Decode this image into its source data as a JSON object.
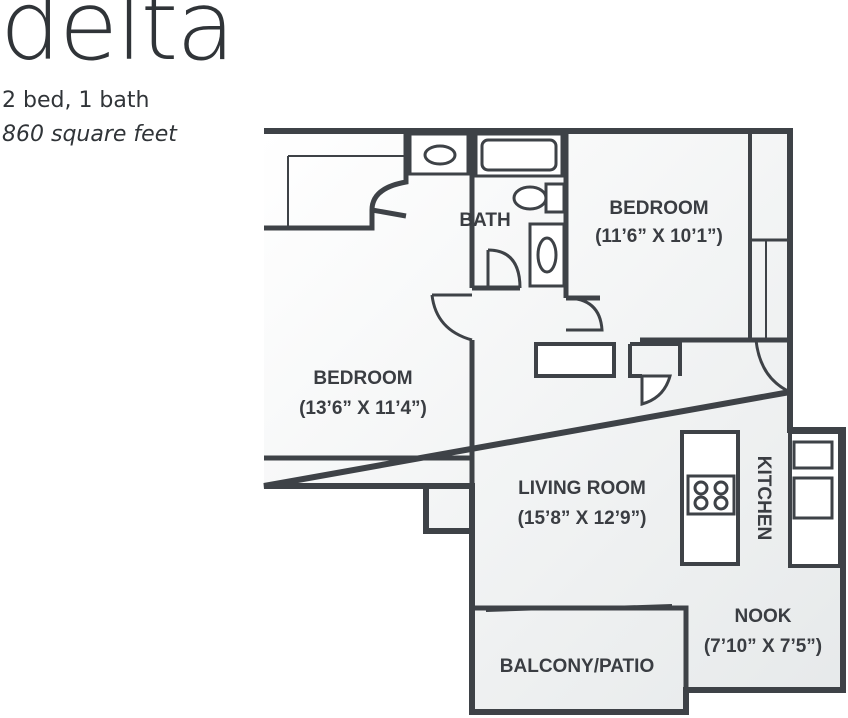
{
  "header": {
    "title": "delta",
    "beds_baths": "2 bed, 1 bath",
    "area": "860 square feet"
  },
  "rooms": {
    "bedroom_right": {
      "name": "BEDROOM",
      "dims": "(11’6” X 10’1”)"
    },
    "bedroom_left": {
      "name": "BEDROOM",
      "dims": "(13’6” X 11’4”)"
    },
    "bath": {
      "name": "BATH"
    },
    "living": {
      "name": "LIVING ROOM",
      "dims": "(15’8” X 12’9”)"
    },
    "kitchen": {
      "name": "KITCHEN"
    },
    "nook": {
      "name": "NOOK",
      "dims": "(7’10” X 7’5”)"
    },
    "balcony": {
      "name": "BALCONY/PATIO"
    }
  },
  "colors": {
    "wall": "#3e4247",
    "floor": "#f1f3f3",
    "fixture": "#ffffff"
  }
}
